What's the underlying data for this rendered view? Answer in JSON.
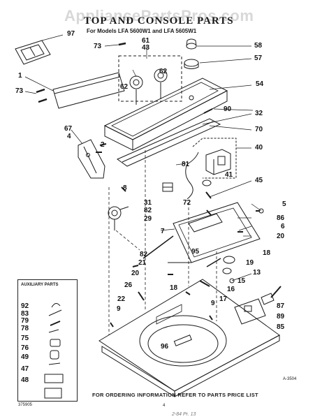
{
  "watermark": "AppliancePartsPros.com",
  "title": "TOP AND CONSOLE PARTS",
  "subtitle": "For Models LFA 5600W1  and LFA 5605W1",
  "auxiliary_title": "AUXILIARY PARTS",
  "footer": "FOR ORDERING INFORMATION REFER TO PARTS PRICE LIST",
  "diagram_code": "A-3504",
  "form_code": "375905",
  "page_number": "4",
  "handwritten": "2-84  Pr. 13",
  "callouts": {
    "c97": "97",
    "c73a": "73",
    "c61": "61",
    "c43": "43",
    "c58": "58",
    "c57": "57",
    "c1": "1",
    "c62a": "62",
    "c62b": "62",
    "c54": "54",
    "c73b": "73",
    "c90": "90",
    "c67": "67",
    "c4": "4",
    "c2": "2",
    "c32": "32",
    "c70": "70",
    "c40": "40",
    "c81": "81",
    "c41": "41",
    "c8": "8",
    "c45": "45",
    "c31": "31",
    "c82a": "82",
    "c72": "72",
    "c29": "29",
    "c5": "5",
    "c86": "86",
    "c7": "7",
    "c6": "6",
    "c20a": "20",
    "c95": "95",
    "c82b": "82",
    "c21": "21",
    "c18a": "18",
    "c20b": "20",
    "c19": "19",
    "c13": "13",
    "c15": "15",
    "c18b": "18",
    "c16": "16",
    "c17": "17",
    "c26": "26",
    "c22": "22",
    "c9a": "9",
    "c9b": "9",
    "c87": "87",
    "c89": "89",
    "c85": "85",
    "c96": "96",
    "c92": "92",
    "c83": "83",
    "c79": "79",
    "c78": "78",
    "c75": "75",
    "c76": "76",
    "c49": "49",
    "c47": "47",
    "c48": "48"
  }
}
